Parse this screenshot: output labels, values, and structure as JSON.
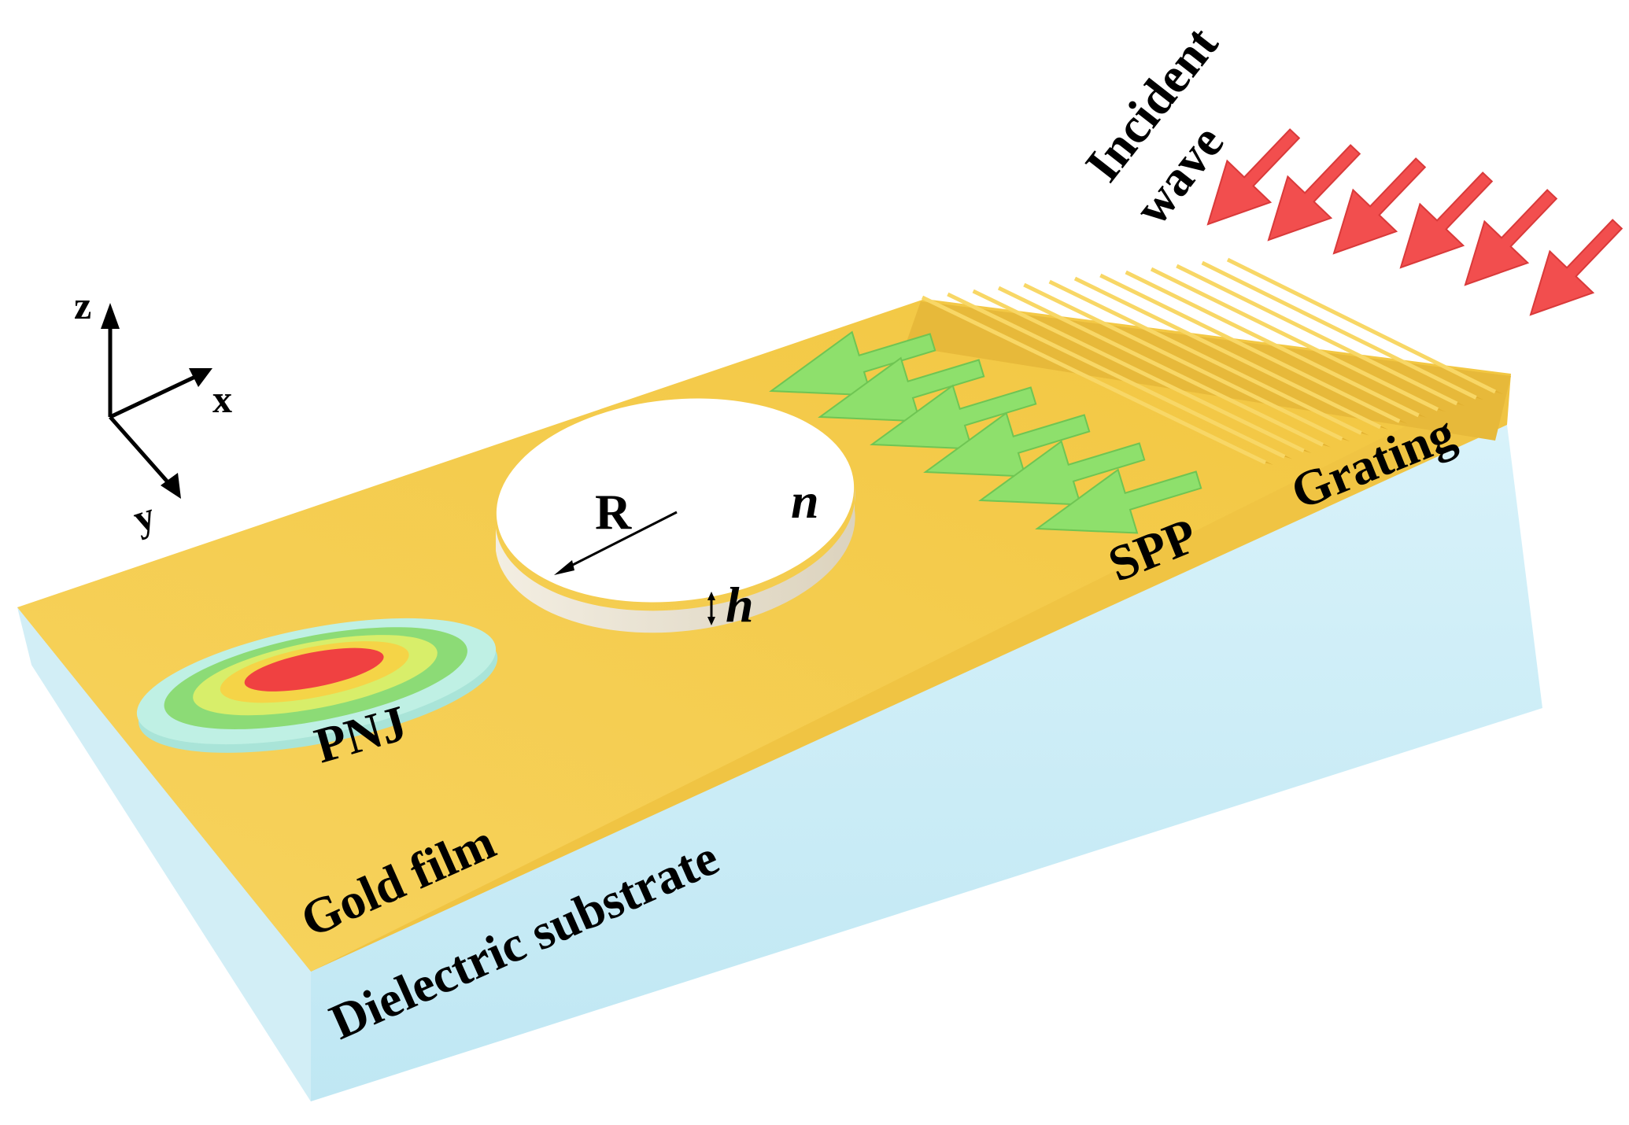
{
  "labels": {
    "incident": "Incident",
    "wave": "wave",
    "grating": "Grating",
    "spp": "SPP",
    "pnj": "PNJ",
    "gold_film": "Gold film",
    "dielectric_substrate": "Dielectric substrate",
    "radius": "R",
    "index": "n",
    "height": "h"
  },
  "axes": {
    "z": "z",
    "x": "x",
    "y": "y"
  },
  "colors": {
    "gold": "#F6CE4E",
    "gold_side": "#EEC245",
    "substrate": "#CFEEF7",
    "substrate_side": "#BDE6F2",
    "incident_arrow": "#F24E4E",
    "spp_arrow": "#8EE06C",
    "disk": "#FFFFFF",
    "disk_side": "#E9E3D3",
    "pnj_rings": [
      "#BFF0E4",
      "#8CDB76",
      "#D8EE6A",
      "#F5D447",
      "#F04141"
    ]
  }
}
